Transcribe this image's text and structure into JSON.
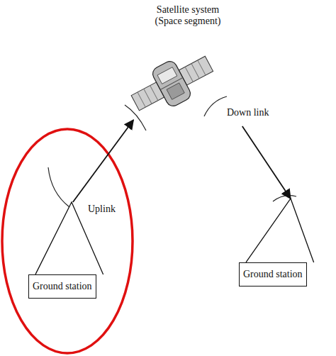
{
  "diagram": {
    "nodes": [
      {
        "text": [
          "Satellite system (Space segment)"
        ]
      },
      {
        "text": [
          "Ground station"
        ]
      },
      {
        "text": [
          "Ground station"
        ]
      }
    ],
    "edges": [
      {
        "from": 1,
        "to": 0,
        "label": "Uplink",
        "arrow": "to"
      },
      {
        "from": 0,
        "to": 2,
        "label": "Down link",
        "arrow": "to"
      }
    ]
  }
}
